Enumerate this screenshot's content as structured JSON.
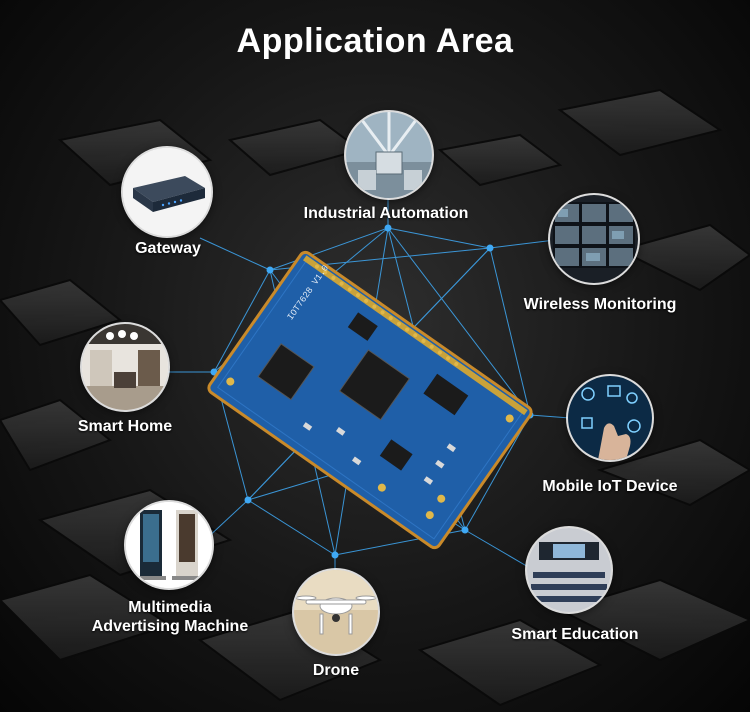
{
  "title": "Application Area",
  "applications": [
    {
      "label": "Gateway",
      "icon": "gateway-device-icon"
    },
    {
      "label": "Industrial Automation",
      "icon": "robot-arm-icon"
    },
    {
      "label": "Wireless Monitoring",
      "icon": "monitor-wall-icon"
    },
    {
      "label": "Smart Home",
      "icon": "living-room-icon"
    },
    {
      "label": "Mobile IoT Device",
      "icon": "touchscreen-hand-icon"
    },
    {
      "label": "Multimedia",
      "label2": "Advertising Machine",
      "icon": "ad-kiosk-icon"
    },
    {
      "label": "Drone",
      "icon": "drone-icon"
    },
    {
      "label": "Smart Education",
      "icon": "classroom-icon"
    }
  ],
  "board": {
    "silkscreen": "IOT7628 V1.0",
    "icon": "circuit-board-icon",
    "color": "#1f5fa8"
  },
  "colors": {
    "accent": "#3fa9f5",
    "text": "#ffffff"
  }
}
